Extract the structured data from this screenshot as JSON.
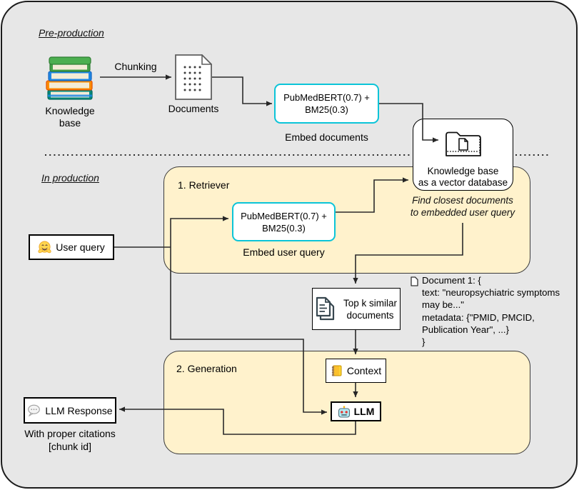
{
  "colors": {
    "canvas_bg": "#e7e7e7",
    "outer_border": "#1c1c1c",
    "panel_fill": "#fff2cc",
    "panel_border": "#3a3a3a",
    "node_border": "#000000",
    "embedder_border": "#0bc4d8",
    "connector": "#2b2b2b",
    "topk_icon": "#37474f"
  },
  "pre_production": {
    "section_label": "Pre-production",
    "knowledge_base_label": "Knowledge base",
    "chunking_label": "Chunking",
    "documents_label": "Documents",
    "embedder_line1": "PubMedBERT(0.7) +",
    "embedder_line2": "BM25(0.3)",
    "embedder_caption": "Embed documents",
    "vector_db_line1": "Knowledge base",
    "vector_db_line2": "as a vector database"
  },
  "in_production": {
    "section_label": "In production",
    "user_query_label": "User query",
    "retriever": {
      "title": "1. Retriever",
      "embedder_line1": "PubMedBERT(0.7) +",
      "embedder_line2": "BM25(0.3)",
      "embedder_caption": "Embed user query",
      "note_line1": "Find closest documents",
      "note_line2": "to embedded user query"
    },
    "top_k_label": "Top k similar documents",
    "doc_annotation": {
      "lines": [
        "Document 1: {",
        "text: \"neuropsychiatric symptoms",
        "may be...\"",
        "metadata: {\"PMID, PMCID,",
        "Publication Year\", ...}",
        "}"
      ]
    },
    "generation": {
      "title": "2. Generation",
      "context_label": "Context",
      "llm_label": "LLM"
    },
    "llm_response": {
      "label": "LLM Response",
      "caption_line1": "With proper citations",
      "caption_line2": "[chunk id]"
    }
  },
  "icons": {
    "knowledge_base": "stacked-books",
    "documents": "page-with-dots",
    "vector_db": "open-folder-with-file",
    "user_query": "hugging-face",
    "top_k": "two-pages",
    "doc_annotation": "small-page",
    "context": "yellow-ledger",
    "llm": "robot-face",
    "llm_response": "speech-balloon"
  }
}
